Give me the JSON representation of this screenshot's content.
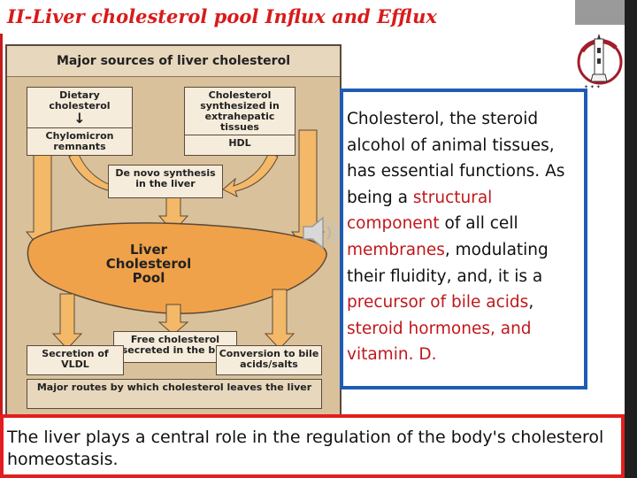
{
  "title": "II-Liver cholesterol pool Influx and Efflux",
  "diagram": {
    "heading": "Major sources of liver cholesterol",
    "dietary_top": "Dietary cholesterol",
    "dietary_bottom": "Chylomicron remnants",
    "extrahepatic_top": "Cholesterol synthesized in extrahepatic tissues",
    "extrahepatic_bottom": "HDL",
    "denovo": "De novo synthesis in the liver",
    "pool": "Liver Cholesterol Pool",
    "free_chol": "Free cholesterol secreted in the bile",
    "vldl": "Secretion of VLDL",
    "bile_acids": "Conversion to bile acids/salts",
    "routes": "Major routes by which cholesterol leaves the liver"
  },
  "panel": {
    "p1": "Cholesterol, the steroid alcohol of animal tissues, has essential functions. As being  a ",
    "structural": "structural component",
    "p2": " of all cell ",
    "membranes": "membranes",
    "p3": ", modulating their fluidity, and, it is a ",
    "precursor": "precursor of bile acids",
    "p4": ", ",
    "steroid": "steroid hormones, and vitamin. D."
  },
  "bottom_text": "The liver plays a central role in the regulation of the body's cholesterol homeostasis.",
  "icons": {
    "speaker": "speaker-icon",
    "logo": "university-logo-icon"
  },
  "colors": {
    "title": "#d81b1b",
    "accent_red": "#c0181b",
    "panel_border": "#1e5bb5",
    "bottom_border": "#e31e1e",
    "liver": "#f0a24a"
  }
}
